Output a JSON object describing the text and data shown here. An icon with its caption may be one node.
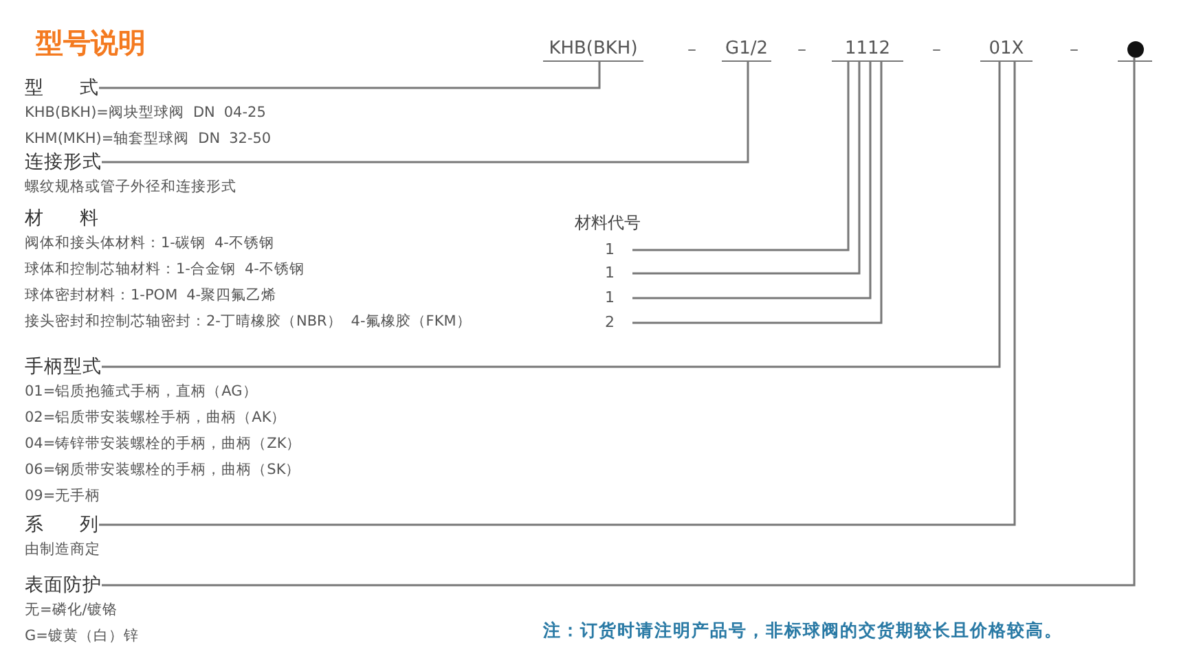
{
  "diagram": {
    "title": "型号说明",
    "nodes": [
      {
        "text": [
          "KHB(BKH)"
        ]
      },
      {
        "text": [
          "G1/2"
        ]
      },
      {
        "text": [
          "1112"
        ]
      },
      {
        "text": [
          "01X"
        ]
      },
      {
        "text": [],
        "shape": "circle"
      },
      {
        "text": [
          "型 式",
          "KHB(BKH)=阀块型球阀 DN 04-25",
          "KHM(MKH)=轴套型球阀 DN 32-50"
        ]
      },
      {
        "text": [
          "连接形式",
          "螺纹规格或管子外径和连接形式"
        ]
      },
      {
        "text": [
          "材 料",
          "阀体和接头体材料：1-碳钢 4-不锈钢",
          "球体和控制芯轴材料：1-合金钢 4-不锈钢",
          "球体密封材料：1-POM 4-聚四氟乙烯",
          "接头密封和控制芯轴密封：2-丁晴橡胶（NBR） 4-氟橡胶（FKM）"
        ]
      },
      {
        "text": [
          "1"
        ]
      },
      {
        "text": [
          "1"
        ]
      },
      {
        "text": [
          "1"
        ]
      },
      {
        "text": [
          "2"
        ]
      },
      {
        "text": [
          "手柄型式",
          "01=铝质抱箍式手柄，直柄（AG）",
          "02=铝质带安装螺栓手柄，曲柄（AK）",
          "04=铸锌带安装螺栓的手柄，曲柄（ZK）",
          "06=钢质带安装螺栓的手柄，曲柄（SK）",
          "09=无手柄"
        ]
      },
      {
        "text": [
          "系 列",
          "由制造商定"
        ]
      },
      {
        "text": [
          "表面防护",
          "无=磷化/镀铬",
          "G=镀黄（白）锌"
        ]
      }
    ],
    "edges": [
      {
        "from": 5,
        "to": 0,
        "arrow": "none"
      },
      {
        "from": 6,
        "to": 1,
        "arrow": "none"
      },
      {
        "from": 8,
        "to": 2,
        "arrow": "none"
      },
      {
        "from": 9,
        "to": 2,
        "arrow": "none"
      },
      {
        "from": 10,
        "to": 2,
        "arrow": "none"
      },
      {
        "from": 11,
        "to": 2,
        "arrow": "none"
      },
      {
        "from": 12,
        "to": 3,
        "arrow": "none"
      },
      {
        "from": 13,
        "to": 3,
        "arrow": "none"
      },
      {
        "from": 14,
        "to": 4,
        "arrow": "none"
      }
    ],
    "labels": [
      "–",
      "–",
      "–",
      "–",
      "材料代号",
      "注：订货时请注明产品号，非标球阀的交货期较长且价格较高。"
    ]
  }
}
